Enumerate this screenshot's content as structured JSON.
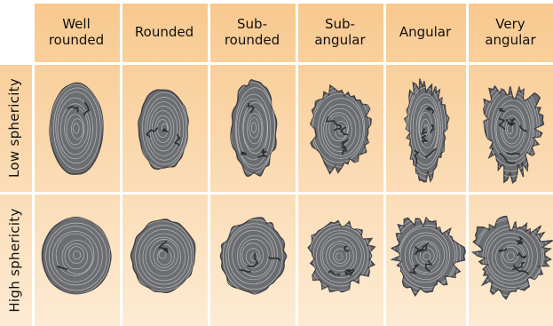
{
  "columns": [
    "Well\nrounded",
    "Rounded",
    "Sub-\nrounded",
    "Sub-\nangular",
    "Angular",
    "Very\nangular"
  ],
  "rows": [
    "Low sphericity",
    "High sphericity"
  ],
  "colors": {
    "panel_top": "#f8c98f",
    "panel_bottom": "#fdebd3",
    "divider": "#ffffff",
    "grain_fill": "#6b6d71",
    "grain_outline": "#3f4044",
    "grain_rings": "#c9cacc",
    "grain_cracks": "#2c2d30"
  }
}
